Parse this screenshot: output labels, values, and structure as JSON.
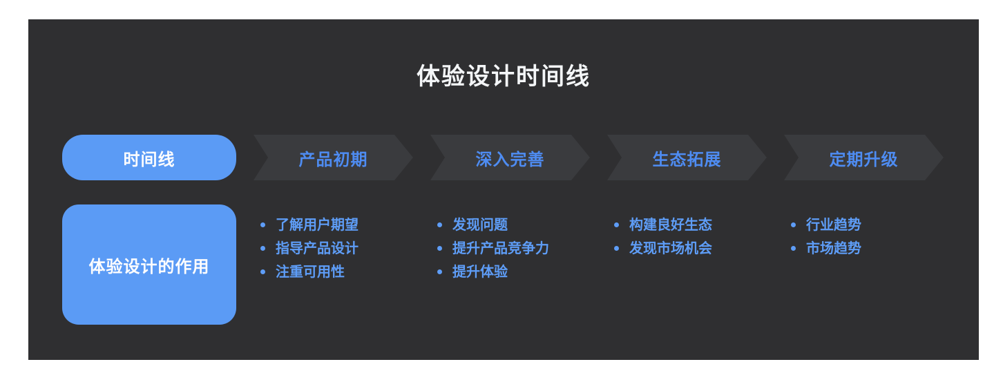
{
  "title": "体验设计时间线",
  "colors": {
    "page_background": "#ffffff",
    "panel_background": "#2f2f31",
    "accent_blue": "#5b9bf5",
    "arrow_background": "#3a3b3e",
    "arrow_text_blue": "#4e8cf2",
    "bullet_text_blue": "#5e9df7",
    "title_text": "#f4f6f8"
  },
  "timeline": {
    "start_label": "时间线",
    "role_label": "体验设计的作用",
    "stages": [
      {
        "label": "产品初期",
        "bullets": [
          "了解用户期望",
          "指导产品设计",
          "注重可用性"
        ]
      },
      {
        "label": "深入完善",
        "bullets": [
          "发现问题",
          "提升产品竞争力",
          "提升体验"
        ]
      },
      {
        "label": "生态拓展",
        "bullets": [
          "构建良好生态",
          "发现市场机会"
        ]
      },
      {
        "label": "定期升级",
        "bullets": [
          "行业趋势",
          "市场趋势"
        ]
      }
    ]
  }
}
